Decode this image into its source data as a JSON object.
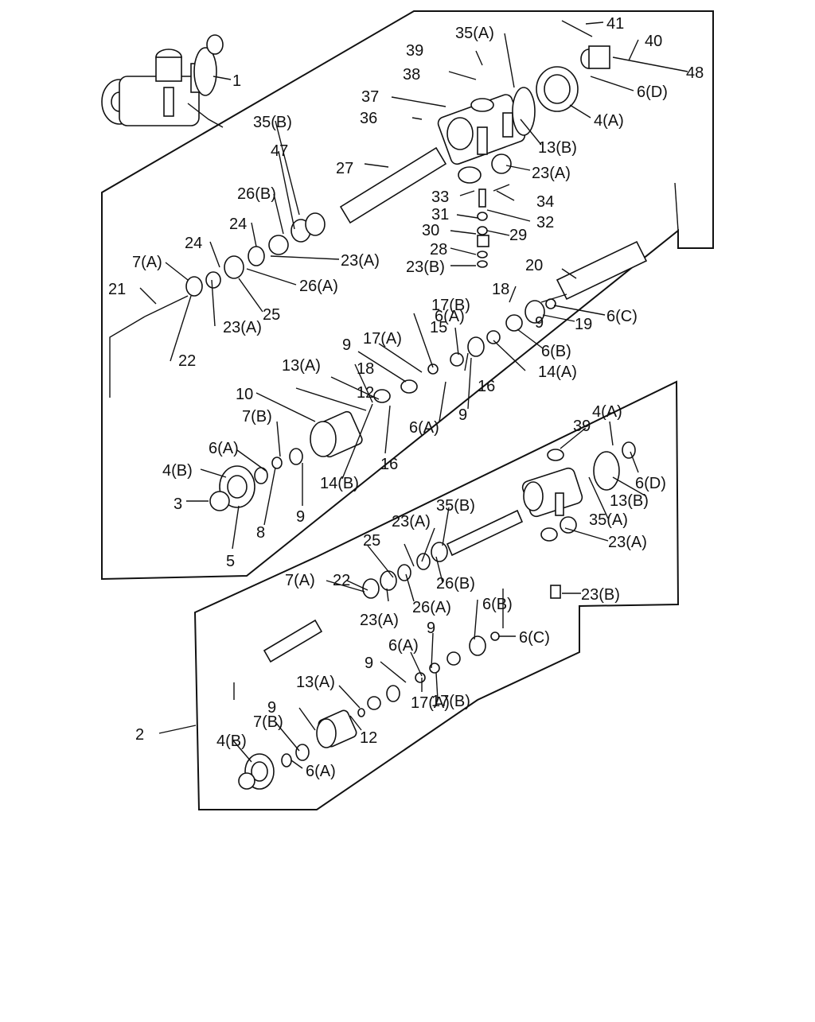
{
  "labels": [
    "1",
    "2",
    "3",
    "4(A)",
    "4(B)",
    "4(A)",
    "4(B)",
    "5",
    "6(A)",
    "6(A)",
    "6(A)",
    "6(A)",
    "6(A)",
    "6(B)",
    "6(B)",
    "6(C)",
    "6(C)",
    "6(D)",
    "6(D)",
    "7(A)",
    "7(A)",
    "7(B)",
    "7(B)",
    "8",
    "9",
    "9",
    "9",
    "9",
    "9",
    "9",
    "9",
    "10",
    "12",
    "12",
    "13(A)",
    "13(A)",
    "13(B)",
    "13(B)",
    "14(A)",
    "14(B)",
    "15",
    "16",
    "16",
    "17(A)",
    "17(A)",
    "17(B)",
    "17(B)",
    "18",
    "18",
    "19",
    "20",
    "21",
    "22",
    "22",
    "23(A)",
    "23(A)",
    "23(A)",
    "23(A)",
    "23(A)",
    "23(A)",
    "23(B)",
    "23(B)",
    "24",
    "24",
    "25",
    "25",
    "26(A)",
    "26(A)",
    "26(B)",
    "26(B)",
    "27",
    "28",
    "29",
    "30",
    "31",
    "32",
    "33",
    "34",
    "35(A)",
    "35(A)",
    "35(B)",
    "35(B)",
    "36",
    "37",
    "38",
    "39",
    "39",
    "40",
    "41",
    "47",
    "48"
  ]
}
